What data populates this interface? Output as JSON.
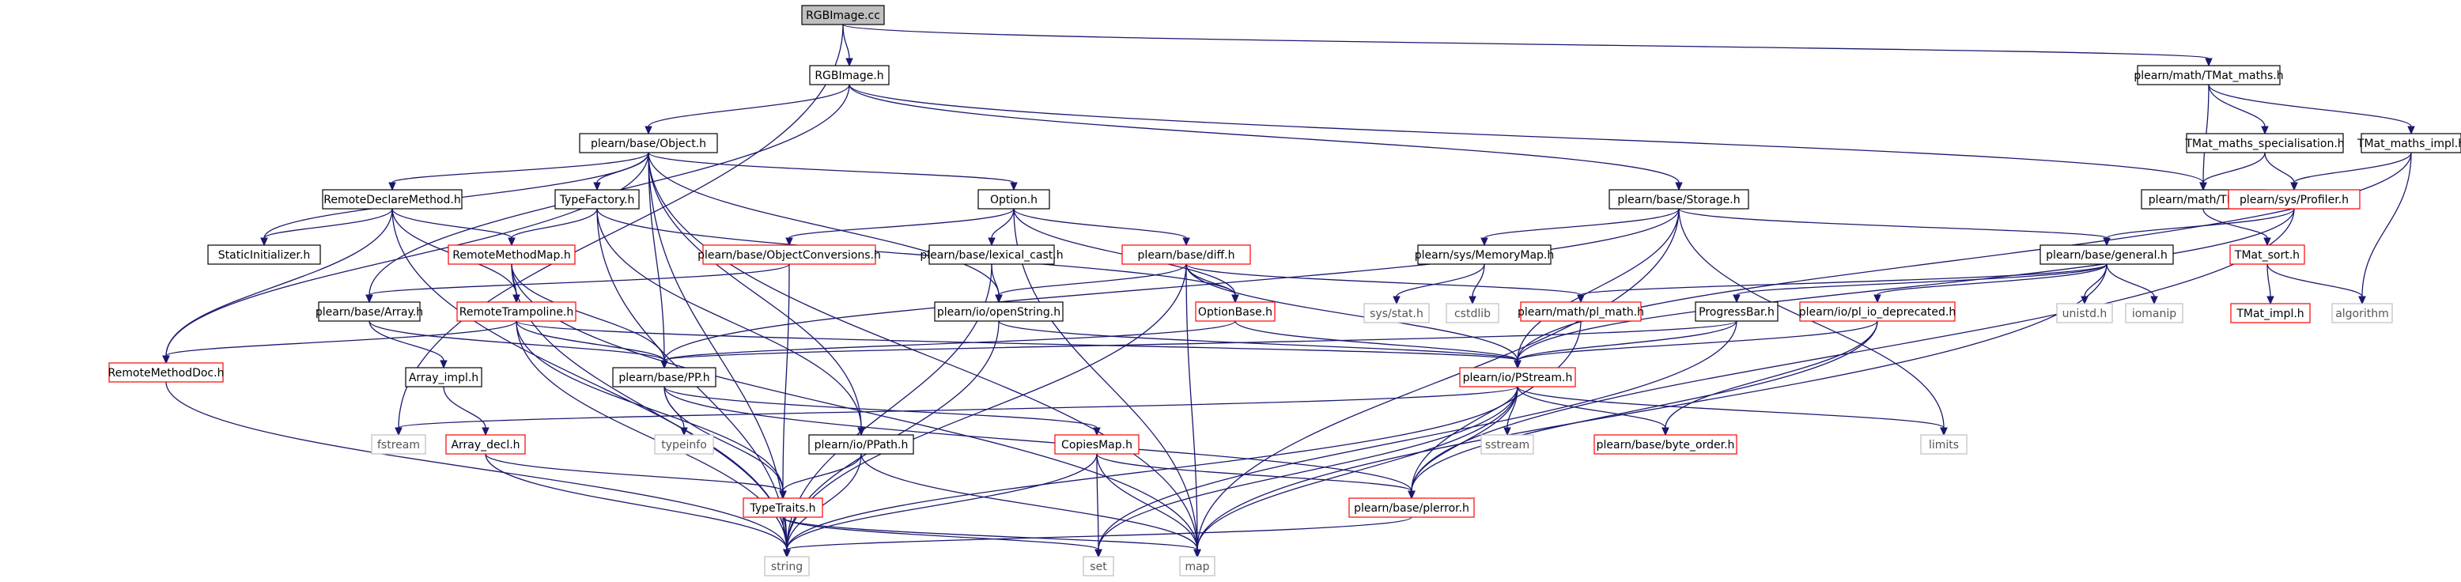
{
  "nodes": {
    "n_root": {
      "label": "RGBImage.cc",
      "style": "root"
    },
    "n_rgbh": {
      "label": "RGBImage.h",
      "style": "plain"
    },
    "n_tmatmaths": {
      "label": "plearn/math/TMat_maths.h",
      "style": "plain"
    },
    "n_object": {
      "label": "plearn/base/Object.h",
      "style": "plain"
    },
    "n_storage": {
      "label": "plearn/base/Storage.h",
      "style": "plain"
    },
    "n_tmat": {
      "label": "plearn/math/TMat.h",
      "style": "plain"
    },
    "n_tmatspec": {
      "label": "TMat_maths_specialisation.h",
      "style": "plain"
    },
    "n_tmatimpl": {
      "label": "TMat_maths_impl.h",
      "style": "plain"
    },
    "n_rdm": {
      "label": "RemoteDeclareMethod.h",
      "style": "plain"
    },
    "n_typefactory": {
      "label": "TypeFactory.h",
      "style": "plain"
    },
    "n_option": {
      "label": "Option.h",
      "style": "plain"
    },
    "n_profiler": {
      "label": "plearn/sys/Profiler.h",
      "style": "red"
    },
    "n_static": {
      "label": "StaticInitializer.h",
      "style": "plain"
    },
    "n_rmm": {
      "label": "RemoteMethodMap.h",
      "style": "red"
    },
    "n_objconv": {
      "label": "plearn/base/ObjectConversions.h",
      "style": "red"
    },
    "n_lexcast": {
      "label": "plearn/base/lexical_cast.h",
      "style": "plain"
    },
    "n_diff": {
      "label": "plearn/base/diff.h",
      "style": "red"
    },
    "n_memmap": {
      "label": "plearn/sys/MemoryMap.h",
      "style": "plain"
    },
    "n_general": {
      "label": "plearn/base/general.h",
      "style": "plain"
    },
    "n_tsort": {
      "label": "TMat_sort.h",
      "style": "red"
    },
    "n_array": {
      "label": "plearn/base/Array.h",
      "style": "plain"
    },
    "n_trampoline": {
      "label": "RemoteTrampoline.h",
      "style": "red"
    },
    "n_openstring": {
      "label": "plearn/io/openString.h",
      "style": "plain"
    },
    "n_optionbase": {
      "label": "OptionBase.h",
      "style": "red"
    },
    "n_plmath": {
      "label": "plearn/math/pl_math.h",
      "style": "red"
    },
    "n_progress": {
      "label": "ProgressBar.h",
      "style": "plain"
    },
    "n_iodep": {
      "label": "plearn/io/pl_io_deprecated.h",
      "style": "red"
    },
    "n_stat": {
      "label": "sys/stat.h",
      "style": "gray"
    },
    "n_cstdlib": {
      "label": "cstdlib",
      "style": "gray"
    },
    "n_unistd": {
      "label": "unistd.h",
      "style": "gray"
    },
    "n_iomanip": {
      "label": "iomanip",
      "style": "gray"
    },
    "n_algorithm": {
      "label": "algorithm",
      "style": "gray"
    },
    "n_timpl": {
      "label": "TMat_impl.h",
      "style": "red"
    },
    "n_rmdoc": {
      "label": "RemoteMethodDoc.h",
      "style": "red"
    },
    "n_arrayimpl": {
      "label": "Array_impl.h",
      "style": "plain"
    },
    "n_pp": {
      "label": "plearn/base/PP.h",
      "style": "plain"
    },
    "n_pstream": {
      "label": "plearn/io/PStream.h",
      "style": "red"
    },
    "n_fstream": {
      "label": "fstream",
      "style": "gray"
    },
    "n_arraydecl": {
      "label": "Array_decl.h",
      "style": "red"
    },
    "n_typeinfo": {
      "label": "typeinfo",
      "style": "gray"
    },
    "n_ppath": {
      "label": "plearn/io/PPath.h",
      "style": "plain"
    },
    "n_copiesmap": {
      "label": "CopiesMap.h",
      "style": "red"
    },
    "n_sstream": {
      "label": "sstream",
      "style": "gray"
    },
    "n_byteorder": {
      "label": "plearn/base/byte_order.h",
      "style": "red"
    },
    "n_limits": {
      "label": "limits",
      "style": "gray"
    },
    "n_typetraits": {
      "label": "TypeTraits.h",
      "style": "red"
    },
    "n_plerror": {
      "label": "plearn/base/plerror.h",
      "style": "red"
    },
    "n_string": {
      "label": "string",
      "style": "gray"
    },
    "n_set": {
      "label": "set",
      "style": "gray"
    },
    "n_map": {
      "label": "map",
      "style": "gray"
    }
  },
  "edges": [
    [
      "n_root",
      "n_rgbh"
    ],
    [
      "n_root",
      "n_tmatmaths"
    ],
    [
      "n_root",
      "n_fstream"
    ],
    [
      "n_rgbh",
      "n_object"
    ],
    [
      "n_rgbh",
      "n_storage"
    ],
    [
      "n_rgbh",
      "n_tmat"
    ],
    [
      "n_rgbh",
      "n_array"
    ],
    [
      "n_tmatmaths",
      "n_tmat"
    ],
    [
      "n_tmatmaths",
      "n_tmatspec"
    ],
    [
      "n_tmatmaths",
      "n_tmatimpl"
    ],
    [
      "n_tmatspec",
      "n_tmat"
    ],
    [
      "n_tmatspec",
      "n_profiler"
    ],
    [
      "n_tmatimpl",
      "n_profiler"
    ],
    [
      "n_tmatimpl",
      "n_algorithm"
    ],
    [
      "n_tmatimpl",
      "n_pstream"
    ],
    [
      "n_object",
      "n_rdm"
    ],
    [
      "n_object",
      "n_typefactory"
    ],
    [
      "n_object",
      "n_option"
    ],
    [
      "n_object",
      "n_static"
    ],
    [
      "n_object",
      "n_ppath"
    ],
    [
      "n_object",
      "n_openstring"
    ],
    [
      "n_object",
      "n_map"
    ],
    [
      "n_object",
      "n_string"
    ],
    [
      "n_object",
      "n_pp"
    ],
    [
      "n_object",
      "n_rmdoc"
    ],
    [
      "n_storage",
      "n_general"
    ],
    [
      "n_storage",
      "n_memmap"
    ],
    [
      "n_storage",
      "n_pstream"
    ],
    [
      "n_storage",
      "n_pp"
    ],
    [
      "n_storage",
      "n_map"
    ],
    [
      "n_storage",
      "n_limits"
    ],
    [
      "n_tmat",
      "n_tsort"
    ],
    [
      "n_profiler",
      "n_general"
    ],
    [
      "n_profiler",
      "n_pstream"
    ],
    [
      "n_profiler",
      "n_plerror"
    ],
    [
      "n_rdm",
      "n_rmm"
    ],
    [
      "n_rdm",
      "n_static"
    ],
    [
      "n_rdm",
      "n_trampoline"
    ],
    [
      "n_rdm",
      "n_rmdoc"
    ],
    [
      "n_rdm",
      "n_string"
    ],
    [
      "n_typefactory",
      "n_rmm"
    ],
    [
      "n_typefactory",
      "n_optionbase"
    ],
    [
      "n_typefactory",
      "n_ppath"
    ],
    [
      "n_typefactory",
      "n_string"
    ],
    [
      "n_option",
      "n_objconv"
    ],
    [
      "n_option",
      "n_lexcast"
    ],
    [
      "n_option",
      "n_diff"
    ],
    [
      "n_option",
      "n_optionbase"
    ],
    [
      "n_option",
      "n_map"
    ],
    [
      "n_rmm",
      "n_trampoline"
    ],
    [
      "n_rmm",
      "n_pp"
    ],
    [
      "n_rmm",
      "n_string"
    ],
    [
      "n_rmm",
      "n_map"
    ],
    [
      "n_objconv",
      "n_array"
    ],
    [
      "n_objconv",
      "n_typetraits"
    ],
    [
      "n_lexcast",
      "n_openstring"
    ],
    [
      "n_lexcast",
      "n_string"
    ],
    [
      "n_diff",
      "n_openstring"
    ],
    [
      "n_diff",
      "n_optionbase"
    ],
    [
      "n_diff",
      "n_plmath"
    ],
    [
      "n_diff",
      "n_pstream"
    ],
    [
      "n_diff",
      "n_string"
    ],
    [
      "n_diff",
      "n_map"
    ],
    [
      "n_memmap",
      "n_stat"
    ],
    [
      "n_memmap",
      "n_cstdlib"
    ],
    [
      "n_general",
      "n_progress"
    ],
    [
      "n_general",
      "n_plmath"
    ],
    [
      "n_general",
      "n_iodep"
    ],
    [
      "n_general",
      "n_unistd"
    ],
    [
      "n_general",
      "n_iomanip"
    ],
    [
      "n_general",
      "n_map"
    ],
    [
      "n_tsort",
      "n_timpl"
    ],
    [
      "n_tsort",
      "n_algorithm"
    ],
    [
      "n_array",
      "n_arrayimpl"
    ],
    [
      "n_array",
      "n_pp"
    ],
    [
      "n_trampoline",
      "n_rmdoc"
    ],
    [
      "n_trampoline",
      "n_pp"
    ],
    [
      "n_trampoline",
      "n_pstream"
    ],
    [
      "n_trampoline",
      "n_typetraits"
    ],
    [
      "n_trampoline",
      "n_string"
    ],
    [
      "n_openstring",
      "n_pstream"
    ],
    [
      "n_openstring",
      "n_string"
    ],
    [
      "n_optionbase",
      "n_pp"
    ],
    [
      "n_optionbase",
      "n_pstream"
    ],
    [
      "n_plmath",
      "n_plerror"
    ],
    [
      "n_progress",
      "n_pp"
    ],
    [
      "n_progress",
      "n_pstream"
    ],
    [
      "n_progress",
      "n_set"
    ],
    [
      "n_iodep",
      "n_pstream"
    ],
    [
      "n_iodep",
      "n_byteorder"
    ],
    [
      "n_iodep",
      "n_plerror"
    ],
    [
      "n_rmdoc",
      "n_string"
    ],
    [
      "n_arrayimpl",
      "n_arraydecl"
    ],
    [
      "n_arraydecl",
      "n_typetraits"
    ],
    [
      "n_arraydecl",
      "n_string"
    ],
    [
      "n_pp",
      "n_typeinfo"
    ],
    [
      "n_pp",
      "n_typetraits"
    ],
    [
      "n_pp",
      "n_copiesmap"
    ],
    [
      "n_pp",
      "n_plerror"
    ],
    [
      "n_ppath",
      "n_typetraits"
    ],
    [
      "n_ppath",
      "n_string"
    ],
    [
      "n_ppath",
      "n_map"
    ],
    [
      "n_copiesmap",
      "n_plerror"
    ],
    [
      "n_copiesmap",
      "n_string"
    ],
    [
      "n_copiesmap",
      "n_set"
    ],
    [
      "n_copiesmap",
      "n_map"
    ],
    [
      "n_pstream",
      "n_fstream"
    ],
    [
      "n_pstream",
      "n_sstream"
    ],
    [
      "n_pstream",
      "n_byteorder"
    ],
    [
      "n_pstream",
      "n_limits"
    ],
    [
      "n_pstream",
      "n_plerror"
    ],
    [
      "n_pstream",
      "n_set"
    ],
    [
      "n_pstream",
      "n_map"
    ],
    [
      "n_pstream",
      "n_string"
    ],
    [
      "n_typetraits",
      "n_string"
    ],
    [
      "n_typetraits",
      "n_set"
    ],
    [
      "n_typetraits",
      "n_map"
    ],
    [
      "n_plerror",
      "n_string"
    ]
  ]
}
